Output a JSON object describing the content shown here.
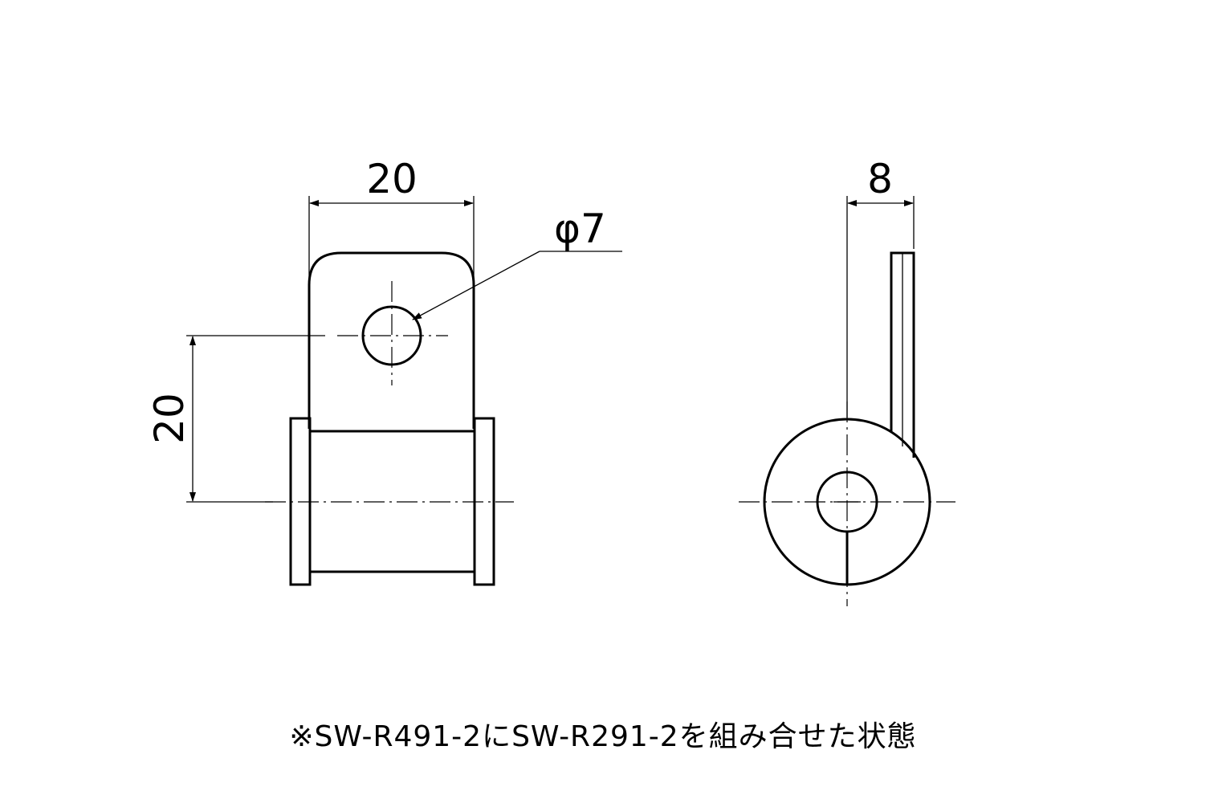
{
  "dimensions": {
    "front_width": "20",
    "hole_diameter": "φ7",
    "front_height": "20",
    "side_thickness": "8"
  },
  "note": "※SW-R491-2にSW-R291-2を組み合せた状態",
  "colors": {
    "line": "#000000",
    "background": "#ffffff"
  }
}
